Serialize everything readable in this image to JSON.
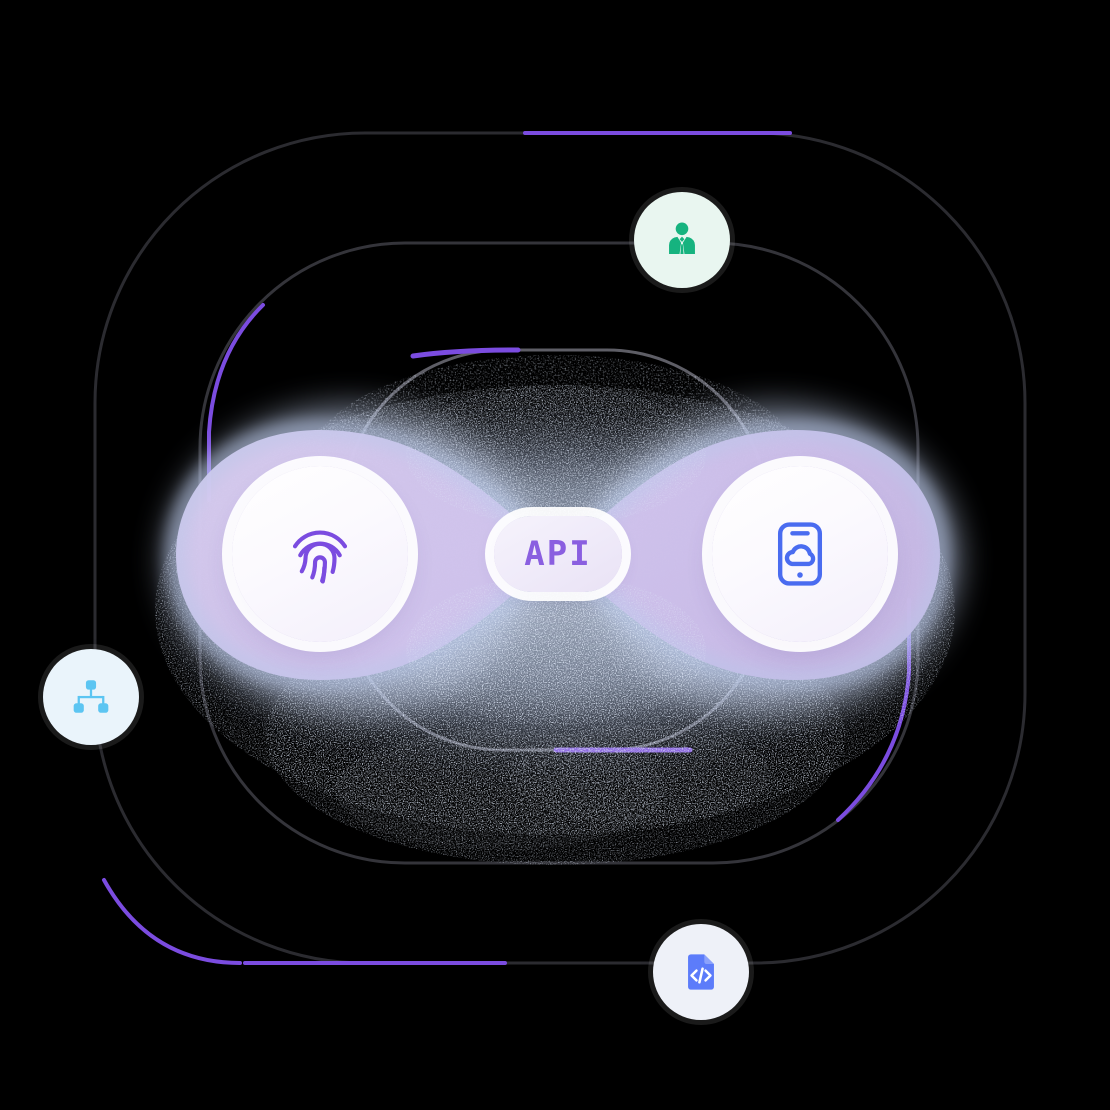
{
  "illustration": {
    "title": "API integration network illustration",
    "background_color": "#000000"
  },
  "center": {
    "api_pill": {
      "label": "API",
      "text_color": "#8a5fe0",
      "fill_color": "#efeaf9"
    }
  },
  "nodes": [
    {
      "id": "left",
      "icon": "fingerprint-icon",
      "icon_color": "#7b4ce0",
      "fill_color": "#ffffff"
    },
    {
      "id": "right",
      "icon": "mobile-cloud-icon",
      "icon_color": "#4a6cf0",
      "fill_color": "#ffffff"
    }
  ],
  "badges": [
    {
      "id": "person",
      "icon": "business-person-icon",
      "icon_color": "#16b37f",
      "fill_color": "#e9f6f0"
    },
    {
      "id": "sitemap",
      "icon": "sitemap-icon",
      "icon_color": "#5cc5f2",
      "fill_color": "#eaf4fb"
    },
    {
      "id": "code",
      "icon": "code-file-icon",
      "icon_color": "#5c7cfa",
      "fill_color": "#eef1f8"
    }
  ],
  "frames": [
    {
      "id": "outer",
      "border_color": "#2b2b30",
      "accent_color": "#7b4ce0"
    },
    {
      "id": "middle",
      "border_color": "#34343a",
      "accent_color": "#7b4ce0"
    },
    {
      "id": "inner",
      "border_color": "#6e6e78",
      "accent_color": "#7b4ce0"
    }
  ],
  "loop": {
    "shape": "infinity",
    "fill_start": "#d8cdf0",
    "fill_end": "#cdbfe9",
    "glow_color": "#b9c8ea"
  }
}
